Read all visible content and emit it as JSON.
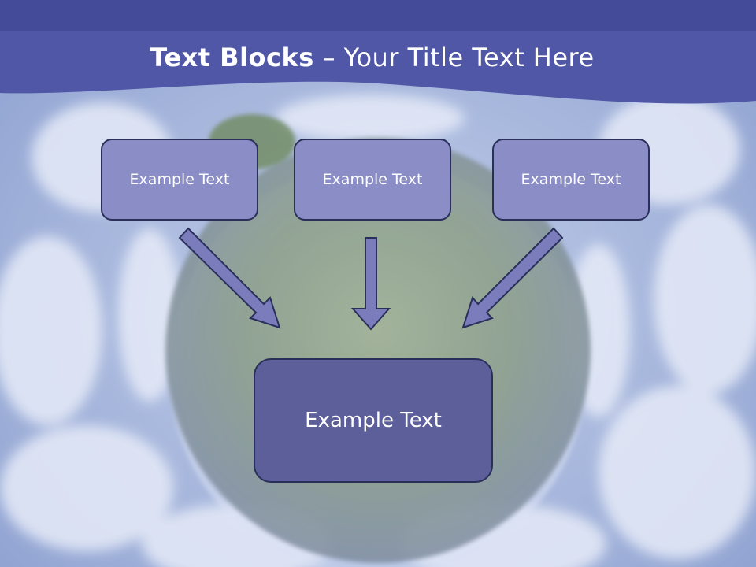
{
  "slide": {
    "title_bold": "Text Blocks",
    "title_dash": " – ",
    "title_rest": "Your Title Text Here"
  },
  "diagram": {
    "top_blocks": [
      {
        "label": "Example Text"
      },
      {
        "label": "Example Text"
      },
      {
        "label": "Example Text"
      }
    ],
    "bottom_block": {
      "label": "Example Text"
    }
  },
  "colors": {
    "header_band": "#4f57a6",
    "top_block_fill": "#8a8dc6",
    "bottom_block_fill": "#5d5f9a",
    "arrow_fill": "#7a7cbc",
    "outline": "#2a2f5a"
  }
}
